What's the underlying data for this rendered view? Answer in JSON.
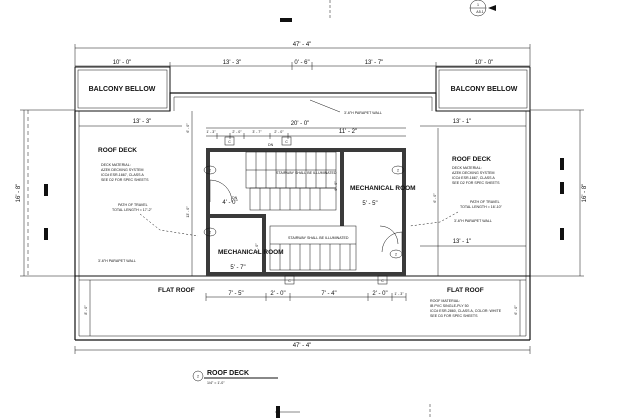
{
  "plan": {
    "title": "ROOF DECK",
    "scale": "1/4\" = 1'-0\"",
    "view_number": "2",
    "sheet_ref": "A5.1",
    "sheet_ref_top": "1"
  },
  "dimensions": {
    "overall_top": "47' - 4\"",
    "overall_bottom": "47' - 4\"",
    "top_left": "10' - 0\"",
    "top_right": "10' - 0\"",
    "top_mid_left": "13' - 3\"",
    "top_center": "0' - 6\"",
    "top_mid_right": "13' - 7\"",
    "deck_left": "13' - 3\"",
    "deck_right": "13' - 1\"",
    "deck_right_lower": "13' - 1\"",
    "center_width": "20' - 0\"",
    "center_right": "11' - 2\"",
    "stair_a": "1' - 3\"",
    "stair_b": "2' - 0\"",
    "stair_c": "3' - 7\"",
    "stair_d": "2' - 0\"",
    "left_vertical": "16' - 8\"",
    "right_vertical": "16' - 8\"",
    "left_inner": "6' - 0\"",
    "left_mid": "13' - 0\"",
    "right_inner": "6' - 0\"",
    "bottom_left_vertical": "8' - 0\"",
    "bottom_right_vertical": "6' - 0\"",
    "lower_a": "7' - 5\"",
    "lower_b": "2' - 0\"",
    "lower_c": "7' - 4\"",
    "lower_d": "2' - 0\"",
    "lower_e": "1' - 3\"",
    "mech_left_width": "5' - 7\"",
    "mech_right_width": "5' - 5\"",
    "corridor": "4' - 0\"",
    "mech_right_height": "6' - 0\"",
    "mech_left_height": "6' - 0\""
  },
  "labels": {
    "balcony_left": "BALCONY BELLOW",
    "balcony_right": "BALCONY BELLOW",
    "roof_deck_left": "ROOF DECK",
    "roof_deck_right": "ROOF DECK",
    "mech_right": "MECHANICAL ROOM",
    "mech_left": "MECHANICAL ROOM",
    "flat_roof_left": "FLAT ROOF",
    "flat_roof_right": "FLAT ROOF",
    "dn": "DN",
    "stairway_1": "STAIRWAY SHALL BE ILLUMINATED",
    "stairway_2": "STAIRWAY SHALL BE ILLUMINATED",
    "parapet_top": "3'-6\"H PARAPET WALL",
    "parapet_left": "3'-6\"H PARAPET WALL",
    "parapet_right": "3'-6\"H PARAPET WALL",
    "deck_note_left": [
      "DECK MATERIAL:",
      "AZEK DECKING SYSTEM",
      "ICC# ESR-1667, CLASS A",
      "SEE D2 FOR SPEC SHEETS"
    ],
    "deck_note_right": [
      "DECK MATERIAL:",
      "AZEK DECKING SYSTEM",
      "ICC# ESR-1667, CLASS A",
      "SEE D2 FOR SPEC SHEETS"
    ],
    "travel_left": [
      "PATH OF TRAVEL",
      "TOTAL LENGTH = 17'-2\""
    ],
    "travel_right": [
      "PATH OF TRAVEL",
      "TOTAL LENGTH = 16'-10\""
    ],
    "roof_material": [
      "ROOF MATERIAL:",
      "IB PVC SINGLE-PLY 50",
      "ICC# ESR-2860, CLASS A, COLOR: WHITE",
      "SEE D3 FOR SPEC SHEETS"
    ]
  },
  "tags": {
    "door_1": "2",
    "door_2": "2",
    "door_3": "2",
    "door_4": "2",
    "window_a": "C",
    "window_b": "C",
    "window_c": "C",
    "window_d": "C"
  }
}
